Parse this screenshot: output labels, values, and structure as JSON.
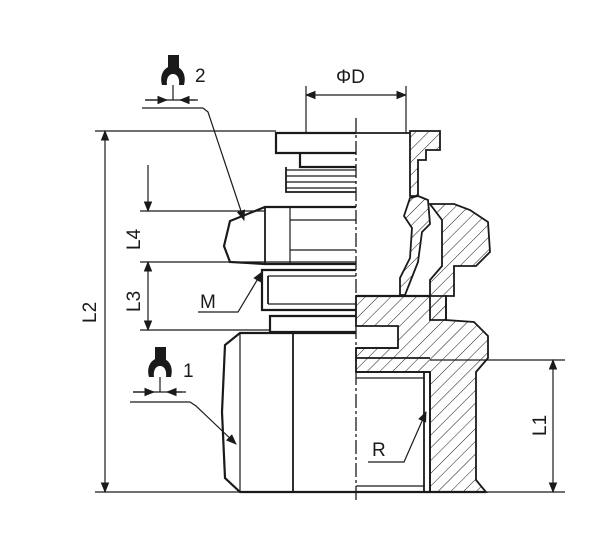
{
  "labels": {
    "phi_d": "ΦD",
    "l1": "L1",
    "l2": "L2",
    "l3": "L3",
    "l4": "L4",
    "m": "M",
    "r": "R",
    "wrench_1": "1",
    "wrench_2": "2"
  },
  "icons": {
    "wrench_1": "open-end-wrench-icon",
    "wrench_2": "open-end-wrench-icon"
  },
  "colors": {
    "line": "#1a1a1a",
    "background": "#ffffff"
  }
}
